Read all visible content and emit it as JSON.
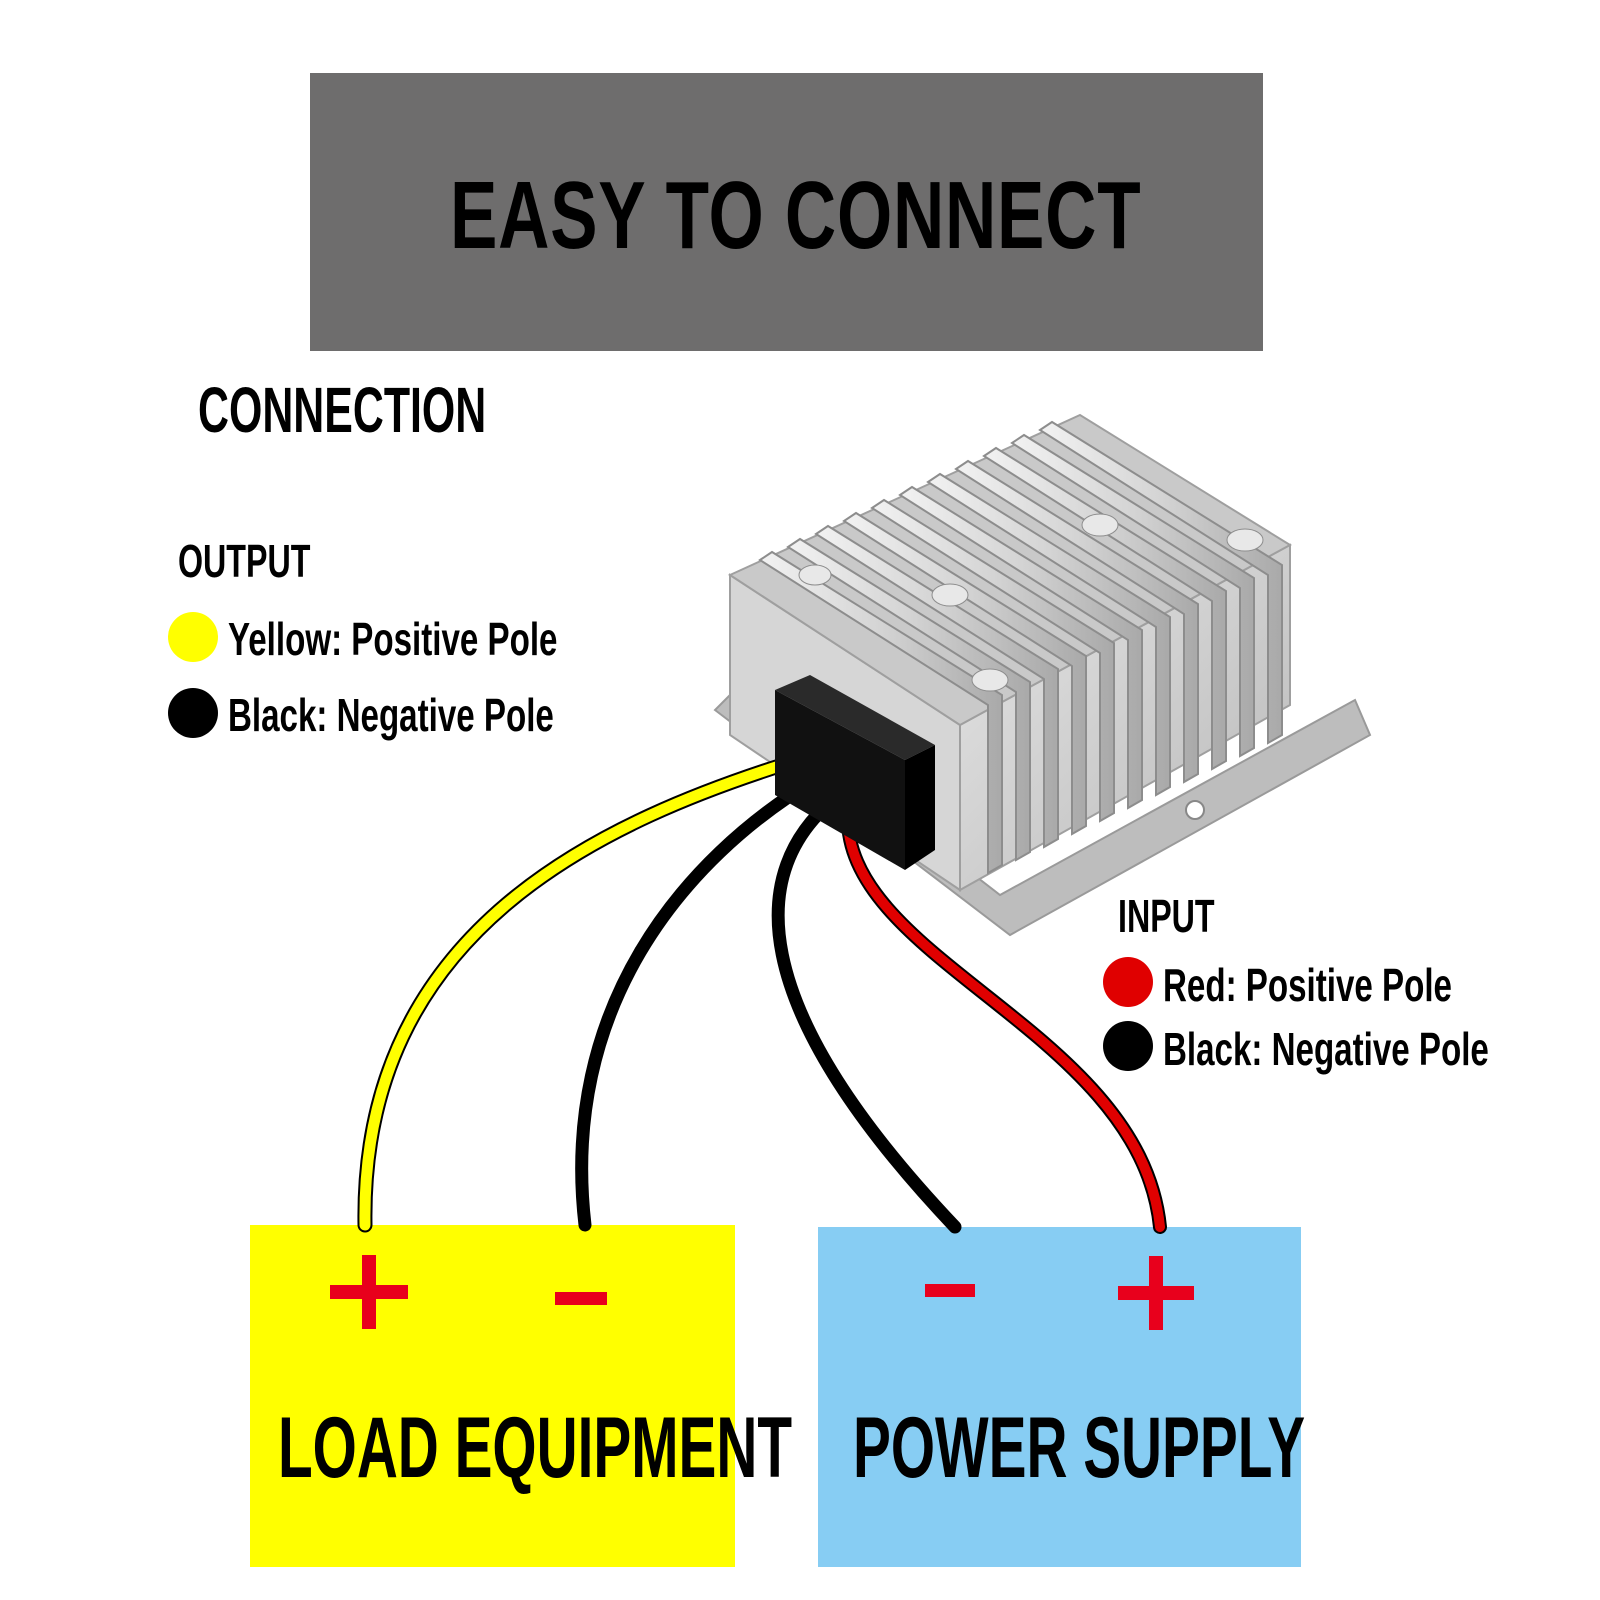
{
  "title": "EASY TO CONNECT",
  "connection_heading": "CONNECTION",
  "output": {
    "heading": "OUTPUT",
    "legend": [
      {
        "text": "Yellow: Positive Pole",
        "color": "#ffff00"
      },
      {
        "text": "Black: Negative Pole",
        "color": "#000000"
      }
    ]
  },
  "input": {
    "heading": "INPUT",
    "legend": [
      {
        "text": "Red: Positive Pole",
        "color": "#e00000"
      },
      {
        "text": "Black: Negative Pole",
        "color": "#000000"
      }
    ]
  },
  "load_equipment": {
    "label": "LOAD EQUIPMENT",
    "color": "#ffff00",
    "terminals": [
      "+",
      "−"
    ]
  },
  "power_supply": {
    "label": "POWER SUPPLY",
    "color": "#87cdf3",
    "terminals": [
      "−",
      "+"
    ]
  },
  "wire_colors": {
    "yellow": "#ffff00",
    "black": "#000000",
    "red": "#e00000"
  },
  "sign_color": "#e8001c"
}
